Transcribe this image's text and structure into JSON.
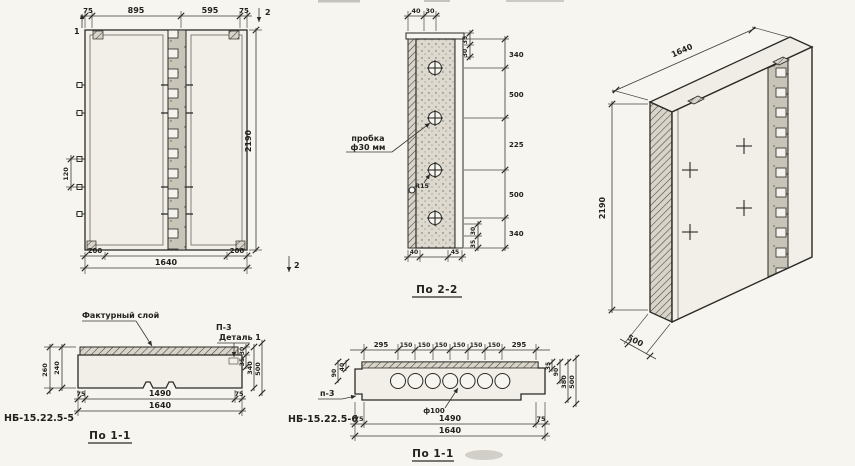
{
  "paper": {
    "bg": "#f6f5ef",
    "ink": "#2b2a27"
  },
  "front_view": {
    "marker_top_left": "1",
    "marker_top_right": "2",
    "marker_bottom_right": "2",
    "dims_top": [
      "75",
      "895",
      "595",
      "75"
    ],
    "dim_height": "2190",
    "dim_left": "120",
    "dims_bottom_inset": [
      "200",
      "200"
    ],
    "dim_width": "1640"
  },
  "section_2_2": {
    "title": "По 2-2",
    "dims_top": [
      "40",
      "30"
    ],
    "dims_top_right": [
      "35",
      "30"
    ],
    "dims_right": [
      "340",
      "500",
      "225",
      "500",
      "340"
    ],
    "dims_bottom": [
      "40",
      "45"
    ],
    "dims_bottom_right": [
      "30",
      "35"
    ],
    "plug_note_line1": "пробка",
    "plug_note_line2": "ф30 мм",
    "radius_note": "R15"
  },
  "iso_view": {
    "dim_width": "1640",
    "dim_height": "2190",
    "dim_depth": "500"
  },
  "section_1_1_a": {
    "title": "По 1-1",
    "facture_label": "Фактурный слой",
    "node_label": "П-3",
    "detail_label": "Деталь 1",
    "dims_left": [
      "240",
      "260"
    ],
    "dims_right_small": [
      "30",
      "35"
    ],
    "dims_right": [
      "340",
      "500"
    ],
    "dims_bottom": [
      "75",
      "1490",
      "75"
    ],
    "dim_width": "1640",
    "mark": "НБ-15.22.5-5"
  },
  "section_1_1_b": {
    "title": "По 1-1",
    "dims_top": [
      "295",
      "150",
      "150",
      "150",
      "150",
      "150",
      "150",
      "295"
    ],
    "hole_label": "ф100",
    "node_label": "п-3",
    "dims_left": [
      "40",
      "90"
    ],
    "dims_right": [
      "35",
      "90",
      "380",
      "500"
    ],
    "dims_bottom": [
      "75",
      "1490",
      "75"
    ],
    "dim_width": "1640",
    "mark": "НБ-15.22.5-6"
  }
}
